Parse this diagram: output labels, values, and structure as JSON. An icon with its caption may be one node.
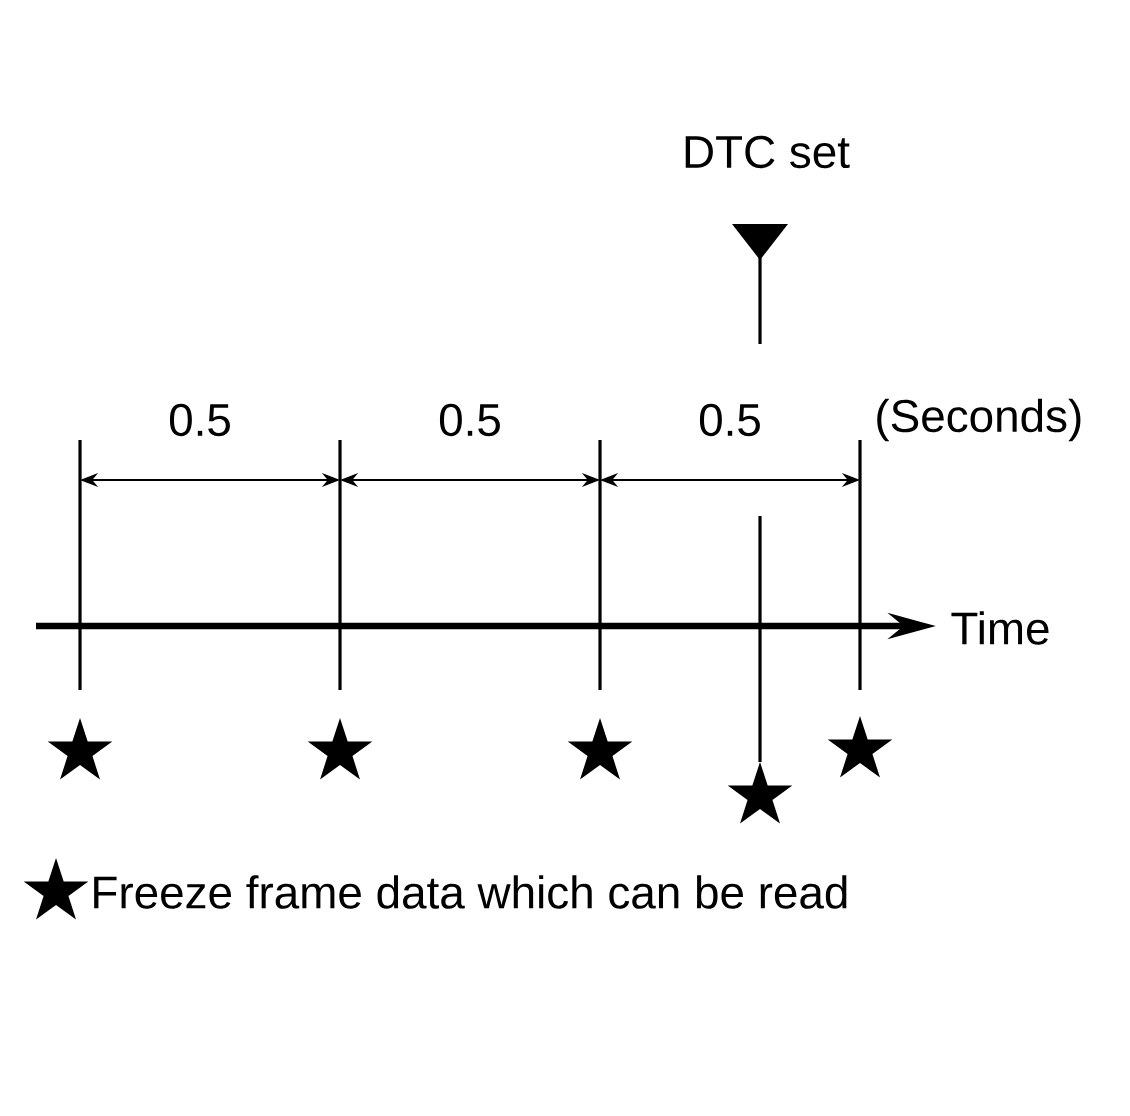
{
  "diagram": {
    "labels": [
      "DTC set",
      "0.5",
      "0.5",
      "0.5",
      "(Seconds)",
      "Time"
    ],
    "legend": [
      {
        "text": "Freeze frame data which can be read"
      }
    ]
  }
}
